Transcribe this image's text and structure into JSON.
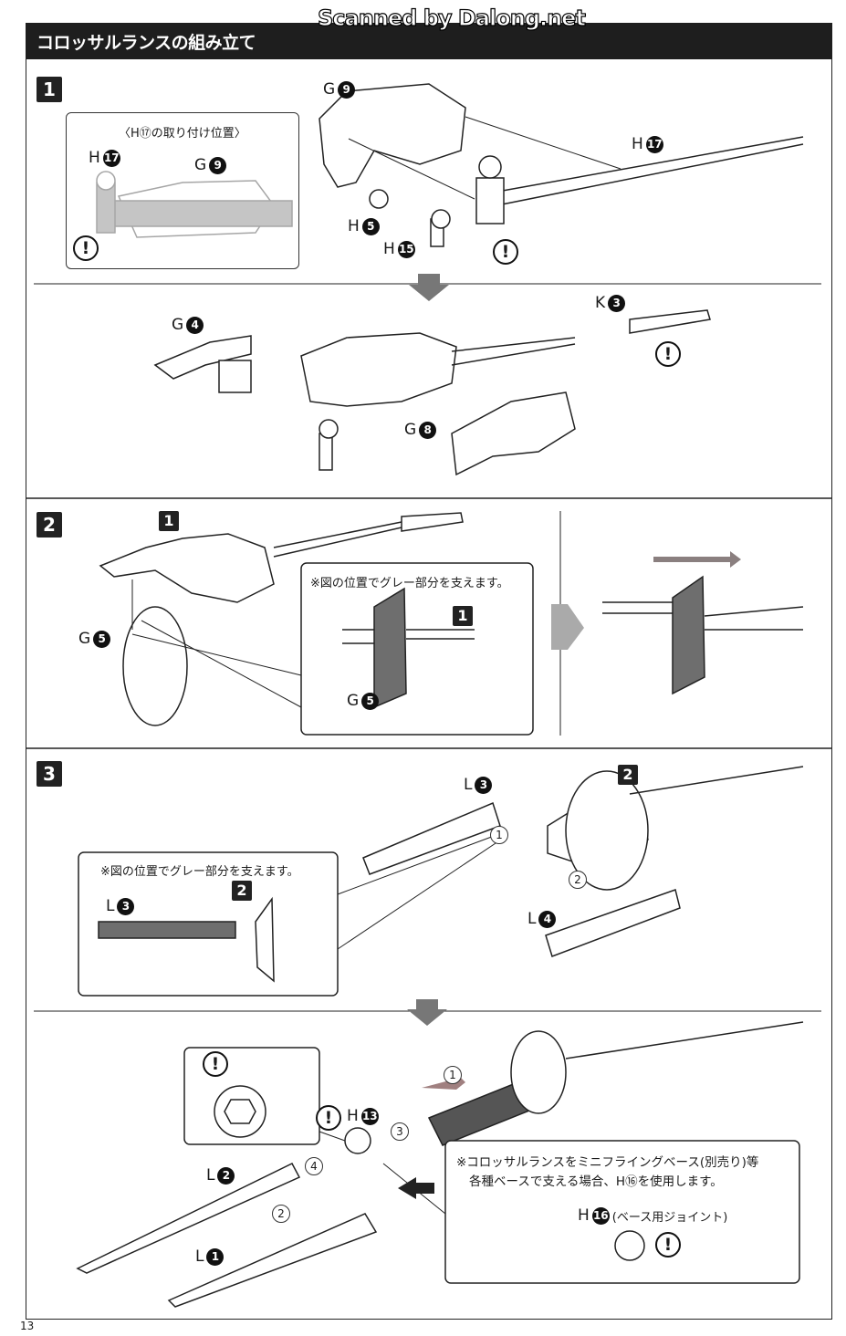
{
  "watermark": "Scanned by Dalong.net",
  "header": {
    "title": "コロッサルランスの組み立て"
  },
  "page_number": "13",
  "warning_mark": "!",
  "step1": {
    "badge": "1",
    "inset_caption": "〈H⑰の取り付け位置〉",
    "parts": {
      "g9": {
        "letter": "G",
        "num": "9"
      },
      "h17": {
        "letter": "H",
        "num": "17"
      },
      "h5": {
        "letter": "H",
        "num": "5"
      },
      "h15": {
        "letter": "H",
        "num": "15"
      },
      "g4": {
        "letter": "G",
        "num": "4"
      },
      "k3": {
        "letter": "K",
        "num": "3"
      },
      "g8": {
        "letter": "G",
        "num": "8"
      }
    }
  },
  "step2": {
    "badge": "2",
    "sub_badge": "1",
    "inset_caption": "※図の位置でグレー部分を支えます。",
    "parts": {
      "g5": {
        "letter": "G",
        "num": "5"
      }
    }
  },
  "step3": {
    "badge": "3",
    "sub_badge": "2",
    "inset_caption": "※図の位置でグレー部分を支えます。",
    "order": [
      "1",
      "2",
      "3",
      "4"
    ],
    "parts": {
      "l3": {
        "letter": "L",
        "num": "3"
      },
      "l4": {
        "letter": "L",
        "num": "4"
      },
      "h13": {
        "letter": "H",
        "num": "13"
      },
      "l2": {
        "letter": "L",
        "num": "2"
      },
      "l1": {
        "letter": "L",
        "num": "1"
      },
      "h16": {
        "letter": "H",
        "num": "16"
      }
    },
    "note_line1": "※コロッサルランスをミニフライングベース(別売り)等",
    "note_line2": "各種ベースで支える場合、H⑯を使用します。",
    "h16_caption": "(ベース用ジョイント)"
  },
  "colors": {
    "header": "#1e1e1e",
    "gray_part": "#6e6e6e",
    "arrow": "#888888"
  }
}
